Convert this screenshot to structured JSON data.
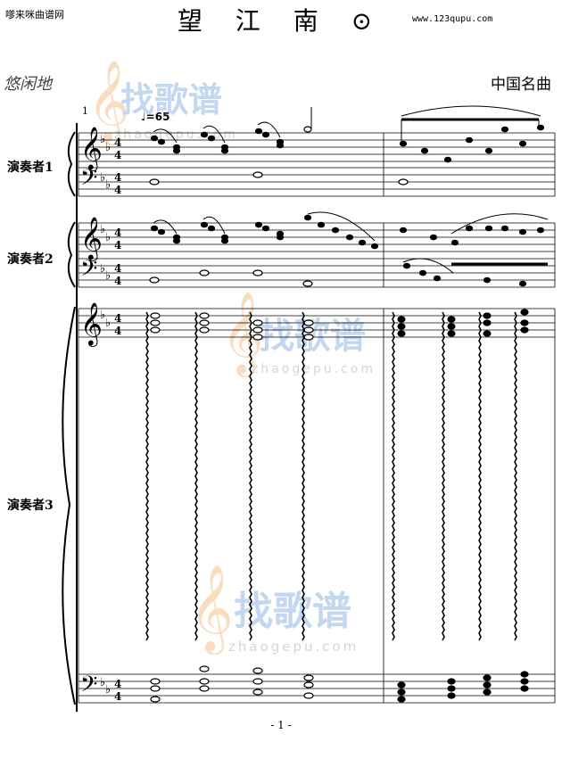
{
  "header": {
    "site_name": "嗲来咪曲谱网",
    "title": "望 江 南 ⊙",
    "url": "www.123qupu.com"
  },
  "score": {
    "tempo_word": "悠闲地",
    "composer": "中国名曲",
    "tempo_marking": "♩=65",
    "first_measure_number": "1",
    "time_signature": "4/4",
    "key_signature": "B♭ major (2 flats)",
    "players": [
      {
        "name": "演奏者1"
      },
      {
        "name": "演奏者2"
      },
      {
        "name": "演奏者3"
      }
    ]
  },
  "watermark": {
    "brand": "找歌谱",
    "domain": "zhaogepu.com"
  },
  "footer": {
    "page_number": "- 1 -"
  }
}
